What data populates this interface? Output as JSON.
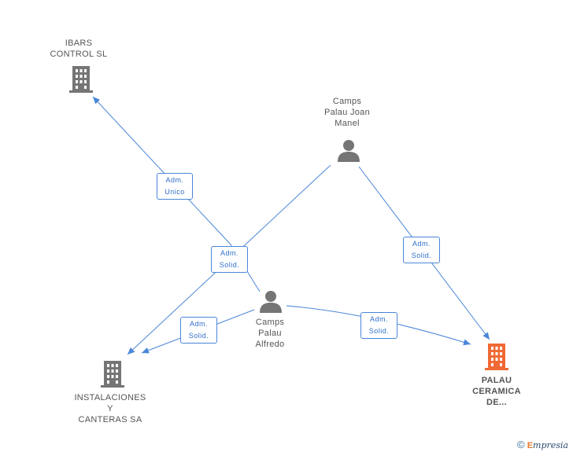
{
  "colors": {
    "edge": "#4a86d8",
    "node_gray": "#757575",
    "node_highlight": "#f06a35",
    "label": "#555555"
  },
  "nodes": {
    "ibars": {
      "label_lines": [
        "IBARS",
        "CONTROL SL"
      ],
      "icon": "building-icon"
    },
    "manel": {
      "label_lines": [
        "Camps",
        "Palau Joan",
        "Manel"
      ],
      "icon": "person-icon"
    },
    "alfredo": {
      "label_lines": [
        "Camps",
        "Palau",
        "Alfredo"
      ],
      "icon": "person-icon"
    },
    "instalaciones": {
      "label_lines": [
        "INSTALACIONES",
        "Y",
        "CANTERAS SA"
      ],
      "icon": "building-icon"
    },
    "palau": {
      "label_lines": [
        "PALAU",
        "CERAMICA",
        "DE..."
      ],
      "icon": "building-icon"
    }
  },
  "edge_labels": {
    "adm_unico": [
      "Adm.",
      "Unico"
    ],
    "adm_solid_center": [
      "Adm.",
      "Solid."
    ],
    "adm_solid_right": [
      "Adm.",
      "Solid."
    ],
    "adm_solid_left": [
      "Adm.",
      "Solid."
    ],
    "adm_solid_bottom": [
      "Adm.",
      "Solid."
    ]
  },
  "footer": {
    "copyright": "©",
    "brand_initial": "E",
    "brand_rest": "mpresia"
  }
}
